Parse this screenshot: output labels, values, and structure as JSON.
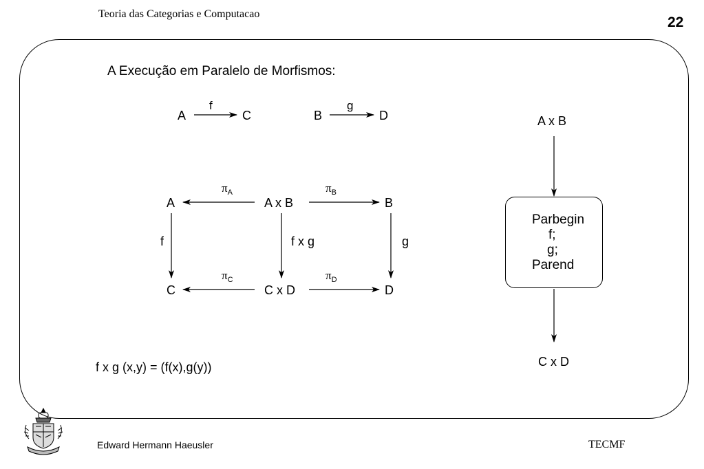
{
  "header": {
    "left_title": "Teoria das Categorias e Computacao",
    "page_number": "22"
  },
  "slide": {
    "heading": "A Execução em Paralelo de Morfismos:",
    "top_diagram": {
      "f_source": "A",
      "f_label": "f",
      "f_target": "C",
      "g_source": "B",
      "g_label": "g",
      "g_target": "D"
    },
    "square": {
      "top_left": "A",
      "top_center": "A x B",
      "top_right": "B",
      "bottom_left": "C",
      "bottom_center": "C x D",
      "bottom_right": "D",
      "pi": "π",
      "pi_a_sub": "A",
      "pi_b_sub": "B",
      "pi_c_sub": "C",
      "pi_d_sub": "D",
      "left_label": "f",
      "center_label": "f x g",
      "right_label": "g"
    },
    "formula": "f x g (x,y) = (f(x),g(y))",
    "flow": {
      "top": "A x B",
      "box_lines": [
        "Parbegin",
        "f;",
        "g;",
        "Parend"
      ],
      "bottom": "C x D"
    }
  },
  "footer": {
    "author": "Edward  Hermann  Haeusler",
    "label": "TECMF",
    "logo_icon": "university-seal-icon"
  }
}
